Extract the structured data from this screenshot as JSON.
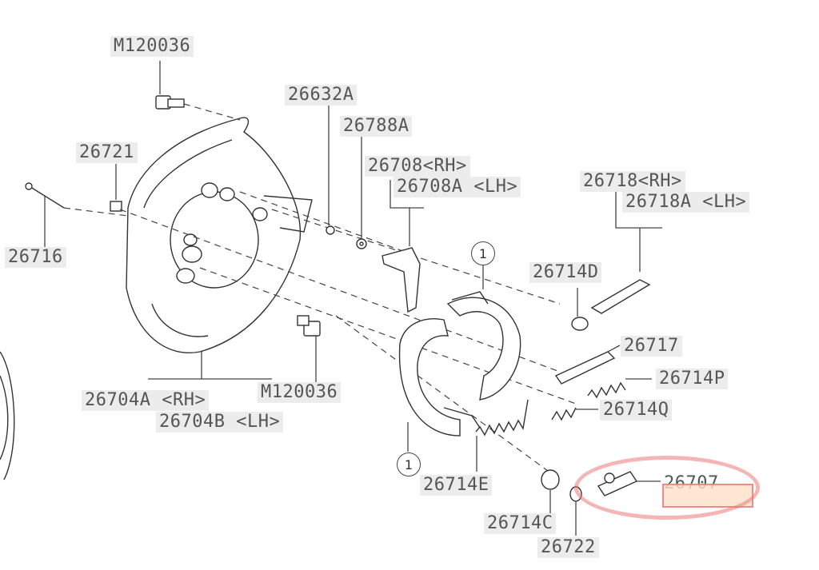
{
  "labels": {
    "bolt_top": "M120036",
    "bolt_bottom": "M120036",
    "p26632A": "26632A",
    "p26788A": "26788A",
    "p26708_rh": "26708<RH>",
    "p26708A_lh": "26708A <LH>",
    "p26721": "26721",
    "p26716": "26716",
    "p26718_rh": "26718<RH>",
    "p26718A_lh": "26718A <LH>",
    "p26714D": "26714D",
    "p26717": "26717",
    "p26714P": "26714P",
    "p26714Q": "26714Q",
    "p26704A_rh": "26704A <RH>",
    "p26704B_lh": "26704B <LH>",
    "p26714E": "26714E",
    "p26707": "26707",
    "p26714C": "26714C",
    "p26722": "26722"
  },
  "refs": {
    "top": "1",
    "bottom": "1"
  },
  "colors": {
    "highlight": "#eb7878",
    "label_bg": "#ececec",
    "line": "#444444"
  }
}
